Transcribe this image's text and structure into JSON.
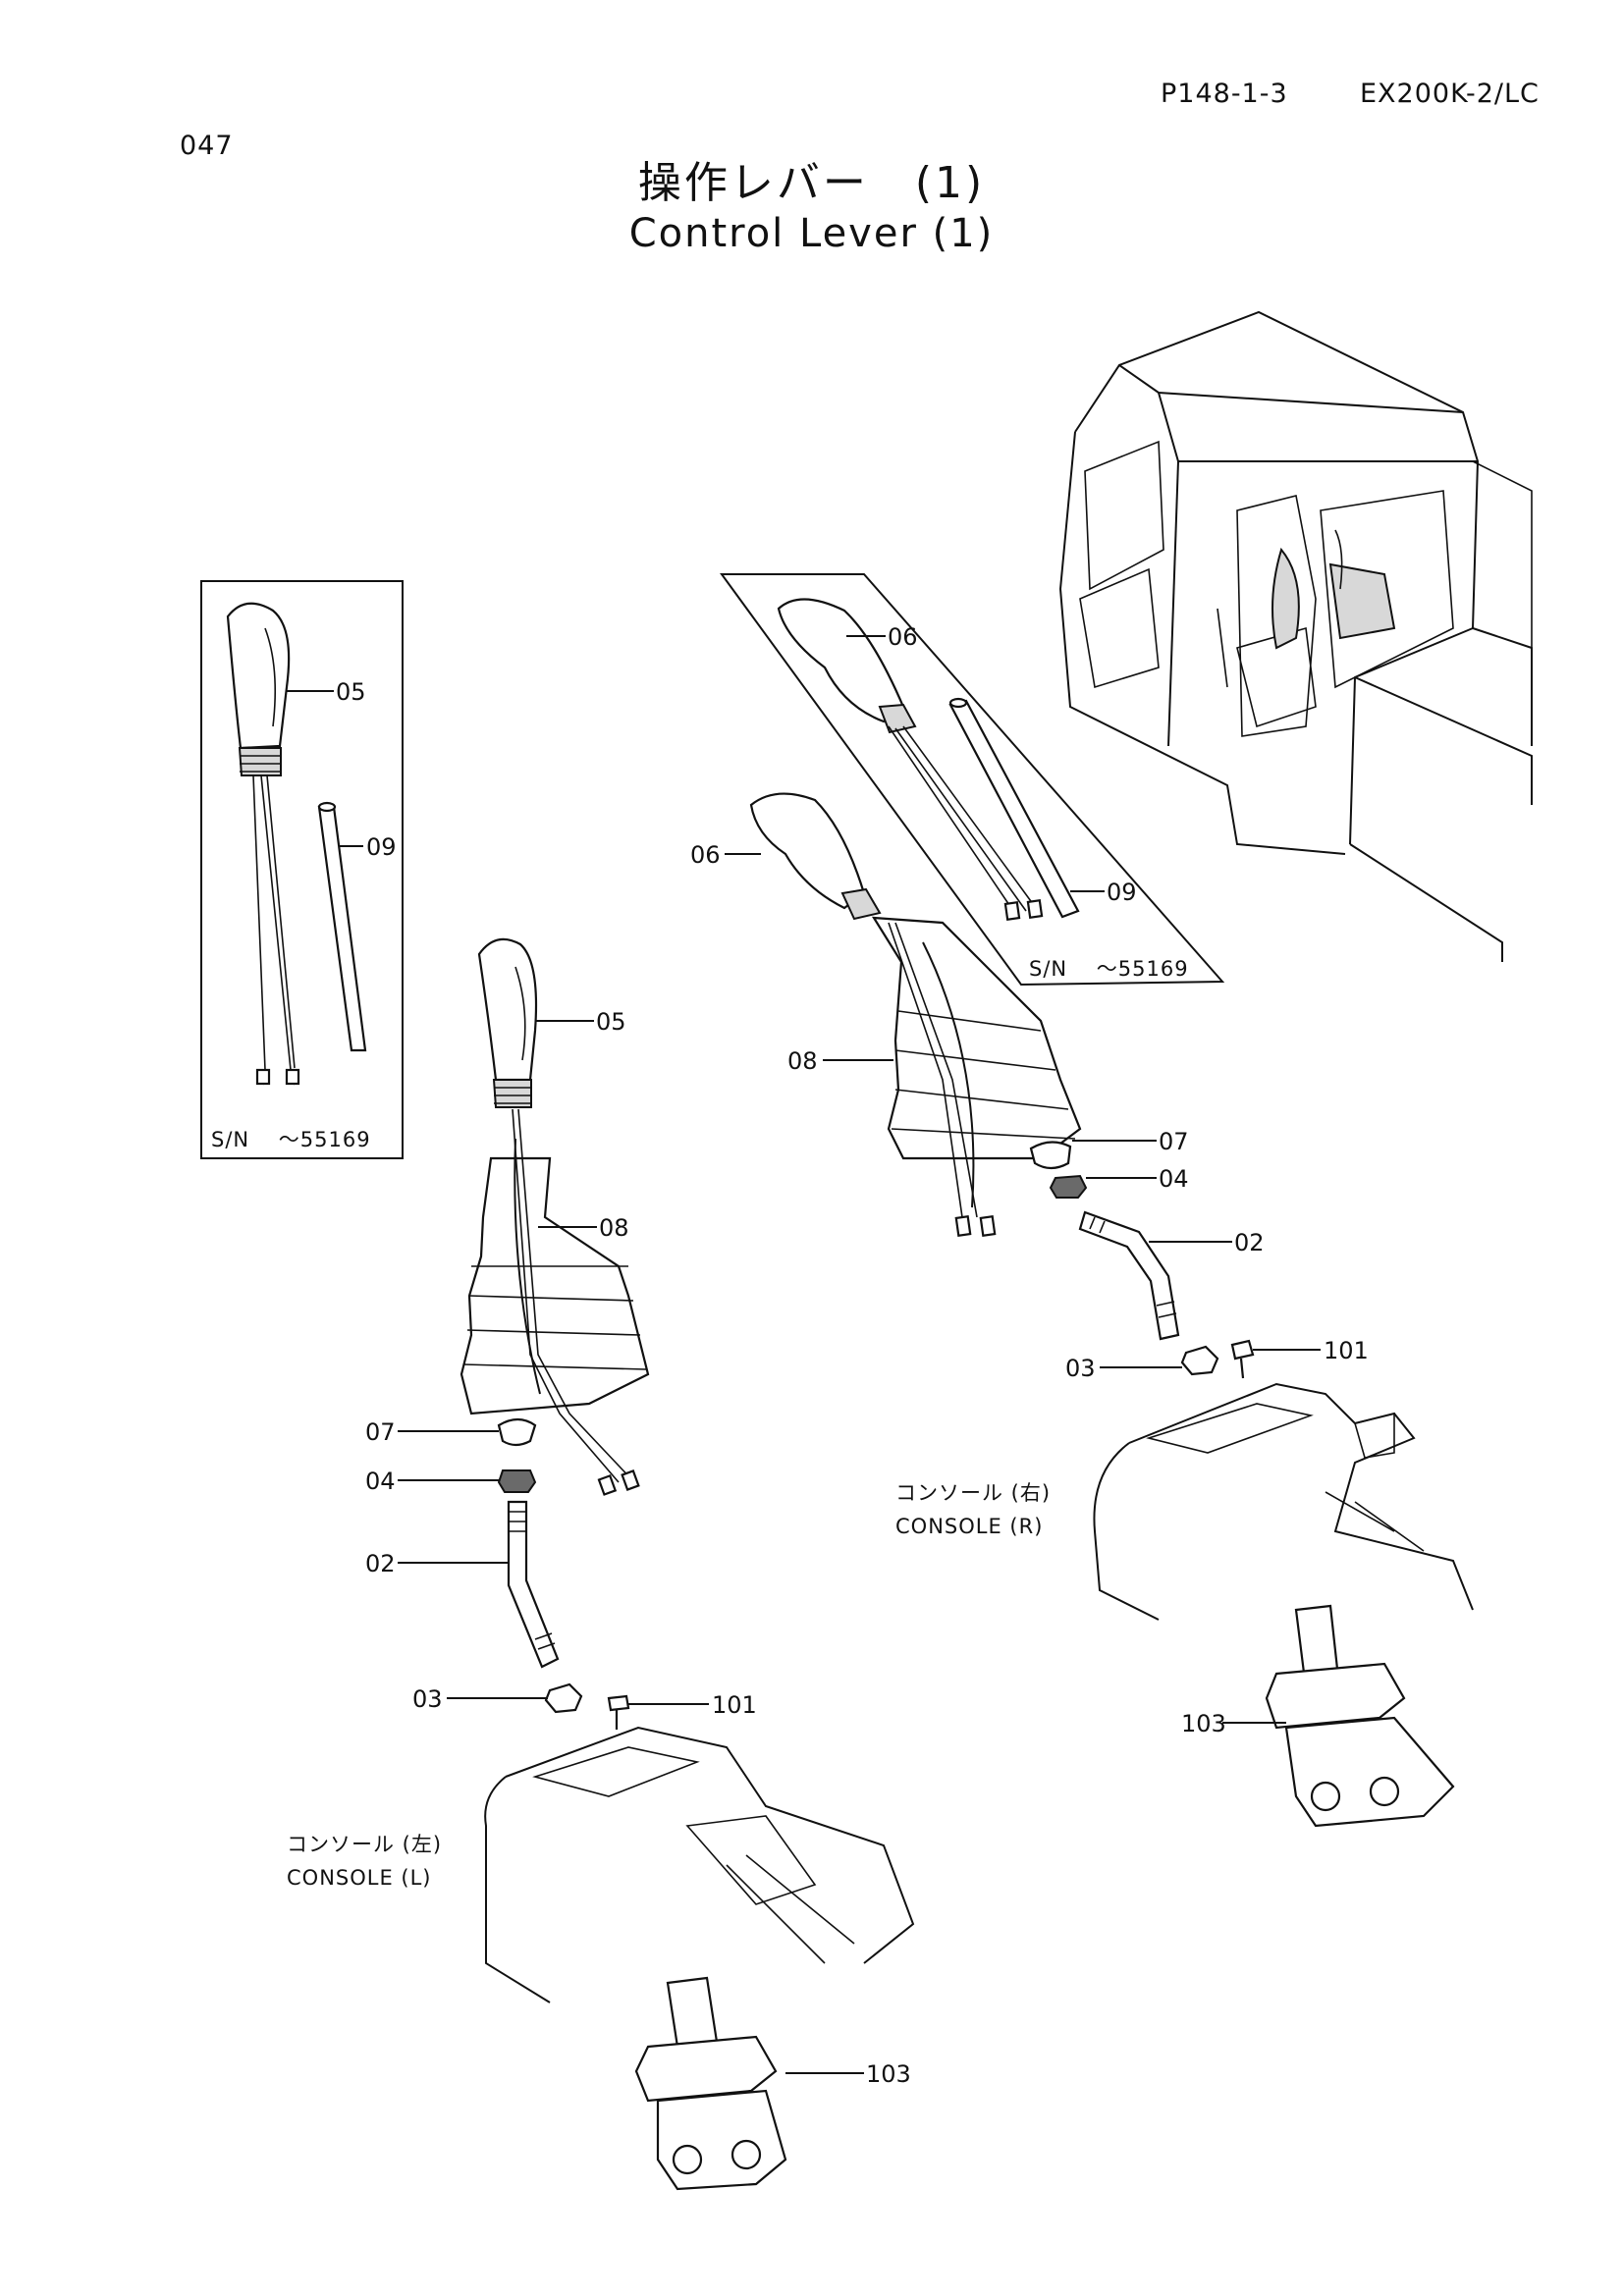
{
  "header": {
    "page_number": "047",
    "ref_code": "P148-1-3",
    "model": "EX200K-2/LC"
  },
  "title": {
    "japanese": "操作レバー　(1)",
    "english": "Control Lever (1)"
  },
  "labels": {
    "inset_left_05": "05",
    "inset_left_09": "09",
    "inset_left_sn": "S/N　 ～55169",
    "inset_right_06": "06",
    "inset_right_09": "09",
    "inset_right_sn": "S/N　 ～55169",
    "left_05": "05",
    "left_08": "08",
    "left_07": "07",
    "left_04": "04",
    "left_02": "02",
    "left_03": "03",
    "left_101": "101",
    "left_103": "103",
    "right_06": "06",
    "right_08": "08",
    "right_07": "07",
    "right_04": "04",
    "right_02": "02",
    "right_03": "03",
    "right_101": "101",
    "right_103": "103"
  },
  "console_left": {
    "jp": "コンソール (左)",
    "en": "CONSOLE (L)"
  },
  "console_right": {
    "jp": "コンソール (右)",
    "en": "CONSOLE (R)"
  }
}
